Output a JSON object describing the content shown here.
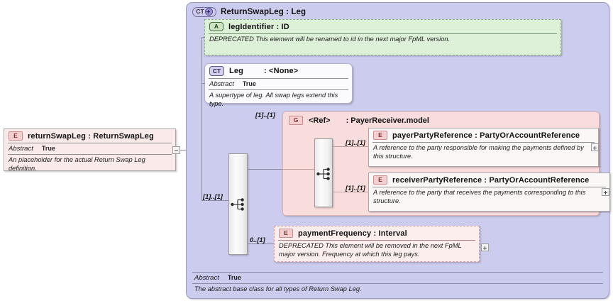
{
  "diagram": {
    "type": "xsd-schema-diagram",
    "title": "ReturnSwapLeg : Leg"
  },
  "left_element": {
    "icon": "element-badge-E",
    "badge": "E",
    "title": "returnSwapLeg : ReturnSwapLeg",
    "property_key": "Abstract",
    "property_value": "True",
    "documentation": "An placeholder for the actual Return Swap Leg definition.",
    "toggle": "collapse-minus"
  },
  "complex_type": {
    "badge": "CT",
    "badge_modifier": "plus",
    "title": "ReturnSwapLeg : Leg",
    "footer": {
      "property_key": "Abstract",
      "property_value": "True",
      "documentation": "The abstract base class for all types of Return Swap Leg."
    }
  },
  "attribute": {
    "badge": "A",
    "title": "legIdentifier : ID",
    "documentation": "DEPRECATED This element will be renamed to id in the next major FpML version."
  },
  "base_type": {
    "badge": "CT",
    "title": "Leg",
    "title_suffix": ": <None>",
    "property_key": "Abstract",
    "property_value": "True",
    "documentation": "A supertype of leg. All swap legs extend this type."
  },
  "group": {
    "badge": "G",
    "ref_label": "<Ref>",
    "title": ": PayerReceiver.model",
    "cardinality": "[1]..[1]",
    "members": [
      {
        "badge": "E",
        "title": "payerPartyReference : PartyOrAccountReference",
        "documentation": "A reference to the party responsible for making the payments defined by this structure.",
        "cardinality": "[1]..[1]",
        "toggle": "expand-plus"
      },
      {
        "badge": "E",
        "title": "receiverPartyReference : PartyOrAccountReference",
        "documentation": "A reference to the party that receives the payments corresponding to this structure.",
        "cardinality": "[1]..[1]",
        "toggle": "expand-plus"
      }
    ]
  },
  "payment_frequency": {
    "badge": "E",
    "title": "paymentFrequency : Interval",
    "documentation": "DEPRECATED This element will be removed in the next FpML major version. Frequency at which this leg pays.",
    "cardinality": "0..[1]",
    "toggle": "expand-plus"
  },
  "cardinalities": {
    "sequence_main": "[1]..[1]",
    "group_ref": "[1]..[1]"
  },
  "colors": {
    "complex_type_bg": "#ccccee",
    "attribute_bg": "#ddf0d8",
    "group_bg": "#f9dcdc",
    "element_bg": "#fbeaea",
    "line": "#8a8a9e"
  }
}
